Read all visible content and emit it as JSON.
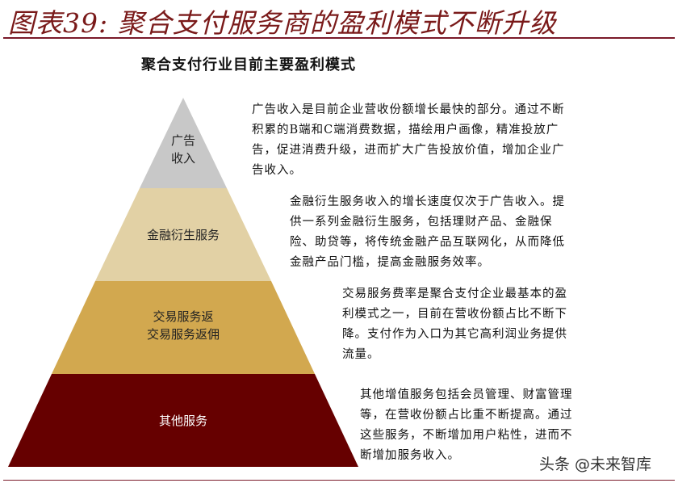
{
  "figure": {
    "title": "图表39:  聚合支付服务商的盈利模式不断升级",
    "subtitle": "聚合支付行业目前主要盈利模式"
  },
  "pyramid": {
    "layers": [
      {
        "label_lines": [
          "广告",
          "收入"
        ],
        "color": "#c8c8c8",
        "text_color": "#222222",
        "description": "广告收入是目前企业营收份额增长最快的部分。通过不断积累的B端和C端消费数据，描绘用户画像，精准投放广告，促进消费升级，进而扩大广告投放价值，增加企业广告收入。",
        "description_lines": [
          "广告收入是目前企业营收份额增长最快的部分。通过不断",
          "积累的B端和C端消费数据，描绘用户画像，精准投放广",
          "告，促进消费升级，进而扩大广告投放价值，增加企业广",
          "告收入。"
        ]
      },
      {
        "label_lines": [
          "金融衍生服务"
        ],
        "color": "#e2d1a5",
        "text_color": "#222222",
        "description_lines": [
          "金融衍生服务收入的增长速度仅次于广告收入。提",
          "供一系列金融衍生服务，包括理财产品、金融保",
          "险、助贷等，将传统金融产品互联网化，从而降低",
          "金融产品门槛，提高金融服务效率。"
        ]
      },
      {
        "label_lines": [
          "交易服务返",
          "交易服务返佣"
        ],
        "color": "#d2a84f",
        "text_color": "#222222",
        "description_lines": [
          "交易服务费率是聚合支付企业最基本的盈",
          "利模式之一，目前在营收份额占比不断下",
          "降。支付作为入口为其它高利润业务提供",
          "流量。"
        ]
      },
      {
        "label_lines": [
          "其他服务"
        ],
        "color": "#660000",
        "text_color": "#ffffff",
        "description_lines": [
          "其他增值服务包括会员管理、财富管理",
          "等，在营收份额占比重不断提高。通过",
          "这些服务，不断增加用户粘性，进而不",
          "断增加服务收入。"
        ]
      }
    ]
  },
  "watermark": "头条 @未来智库",
  "colors": {
    "accent": "#7a1a2a"
  }
}
